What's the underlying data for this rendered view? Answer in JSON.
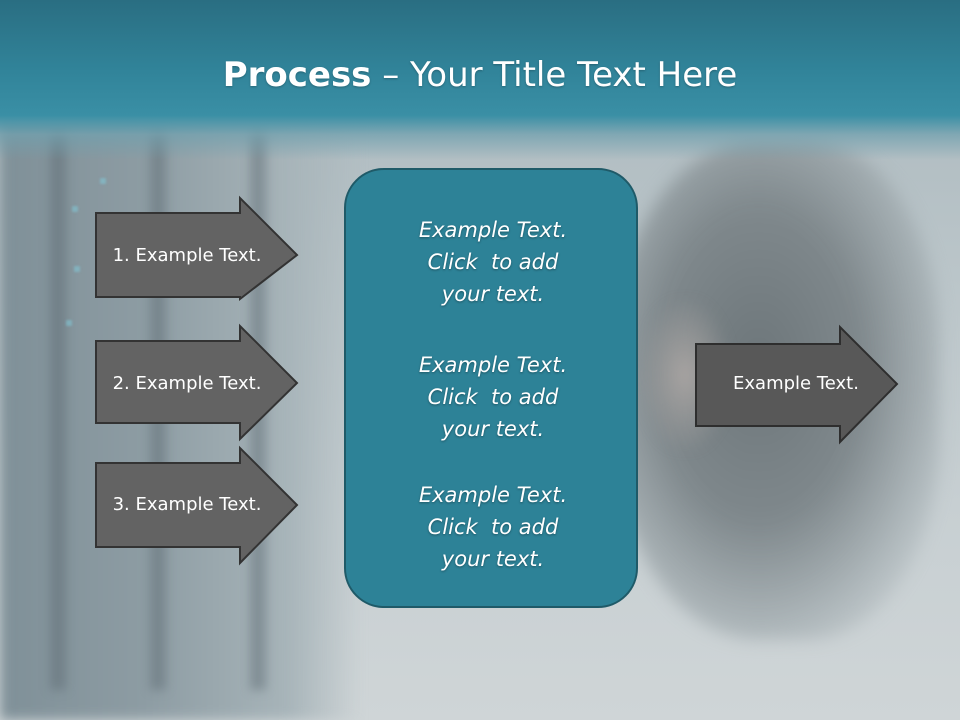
{
  "title": {
    "bold": "Process",
    "rest": " – Your Title Text Here"
  },
  "left_arrows": [
    {
      "label": "1. Example Text."
    },
    {
      "label": "2. Example Text."
    },
    {
      "label": "3. Example Text."
    }
  ],
  "center_box": {
    "blocks": [
      {
        "line1": "Example Text.",
        "line2": "Click  to add",
        "line3": "your text."
      },
      {
        "line1": "Example Text.",
        "line2": "Click  to add",
        "line3": "your text."
      },
      {
        "line1": "Example Text.",
        "line2": "Click  to add",
        "line3": "your text."
      }
    ]
  },
  "right_arrow": {
    "label": "Example Text."
  },
  "colors": {
    "header": "#31849a",
    "center_box": "#2d8297",
    "arrow_left": "#636363",
    "arrow_right": "#585858"
  }
}
